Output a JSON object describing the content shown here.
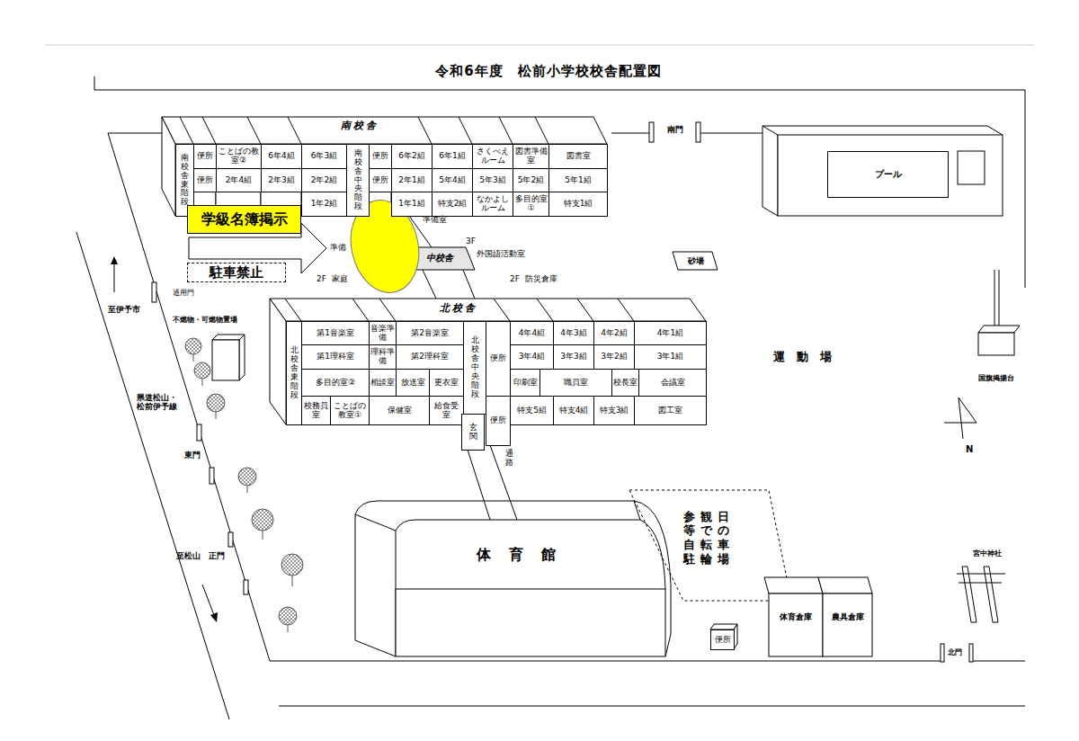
{
  "diagram": {
    "title": "令和6年度　松前小学校校舎配置図",
    "nodes": [
      {
        "text": [
          "南校舎"
        ]
      },
      {
        "text": [
          "南校舎東階段"
        ],
        "in": 0
      },
      {
        "text": [
          "便所"
        ],
        "in": 0
      },
      {
        "text": [
          "ことばの教室②"
        ],
        "in": 0
      },
      {
        "text": [
          "6年4組"
        ],
        "in": 0
      },
      {
        "text": [
          "6年3組"
        ],
        "in": 0
      },
      {
        "text": [
          "南校舎中央階段"
        ],
        "in": 0
      },
      {
        "text": [
          "便所"
        ],
        "in": 0
      },
      {
        "text": [
          "6年2組"
        ],
        "in": 0
      },
      {
        "text": [
          "6年1組"
        ],
        "in": 0
      },
      {
        "text": [
          "さくべえルーム"
        ],
        "in": 0
      },
      {
        "text": [
          "図書準備室"
        ],
        "in": 0
      },
      {
        "text": [
          "図書室"
        ],
        "in": 0
      },
      {
        "text": [
          "便所"
        ],
        "in": 0
      },
      {
        "text": [
          "2年4組"
        ],
        "in": 0
      },
      {
        "text": [
          "2年3組"
        ],
        "in": 0
      },
      {
        "text": [
          "2年2組"
        ],
        "in": 0
      },
      {
        "text": [
          "便所"
        ],
        "in": 0
      },
      {
        "text": [
          "2年1組"
        ],
        "in": 0
      },
      {
        "text": [
          "5年4組"
        ],
        "in": 0
      },
      {
        "text": [
          "5年3組"
        ],
        "in": 0
      },
      {
        "text": [
          "5年2組"
        ],
        "in": 0
      },
      {
        "text": [
          "5年1組"
        ],
        "in": 0
      },
      {
        "text": [
          "1年2組"
        ],
        "in": 0
      },
      {
        "text": [
          "1年1組"
        ],
        "in": 0
      },
      {
        "text": [
          "特支2組"
        ],
        "in": 0
      },
      {
        "text": [
          "なかよしルーム"
        ],
        "in": 0
      },
      {
        "text": [
          "多目的室①"
        ],
        "in": 0
      },
      {
        "text": [
          "特支1組"
        ],
        "in": 0
      },
      {
        "text": [
          "学級名簿掲示"
        ]
      },
      {
        "text": [
          "駐車禁止"
        ]
      },
      {
        "text": [
          "プール"
        ]
      },
      {
        "text": [
          "砂場"
        ]
      },
      {
        "text": [
          "北校舎"
        ]
      },
      {
        "text": [
          "北校舎東階段"
        ],
        "in": 33
      },
      {
        "text": [
          "第1音楽室"
        ],
        "in": 33
      },
      {
        "text": [
          "音楽準備"
        ],
        "in": 33
      },
      {
        "text": [
          "第2音楽室"
        ],
        "in": 33
      },
      {
        "text": [
          "北校舎中央階段"
        ],
        "in": 33
      },
      {
        "text": [
          "便所"
        ],
        "in": 33
      },
      {
        "text": [
          "4年4組"
        ],
        "in": 33
      },
      {
        "text": [
          "4年3組"
        ],
        "in": 33
      },
      {
        "text": [
          "4年2組"
        ],
        "in": 33
      },
      {
        "text": [
          "4年1組"
        ],
        "in": 33
      },
      {
        "text": [
          "第1理科室"
        ],
        "in": 33
      },
      {
        "text": [
          "理科準備"
        ],
        "in": 33
      },
      {
        "text": [
          "第2理科室"
        ],
        "in": 33
      },
      {
        "text": [
          "3年4組"
        ],
        "in": 33
      },
      {
        "text": [
          "3年3組"
        ],
        "in": 33
      },
      {
        "text": [
          "3年2組"
        ],
        "in": 33
      },
      {
        "text": [
          "3年1組"
        ],
        "in": 33
      },
      {
        "text": [
          "多目的室②"
        ],
        "in": 33
      },
      {
        "text": [
          "相談室"
        ],
        "in": 33
      },
      {
        "text": [
          "放送室"
        ],
        "in": 33
      },
      {
        "text": [
          "更衣室"
        ],
        "in": 33
      },
      {
        "text": [
          "印刷室"
        ],
        "in": 33
      },
      {
        "text": [
          "職員室"
        ],
        "in": 33
      },
      {
        "text": [
          "校長室"
        ],
        "in": 33
      },
      {
        "text": [
          "会議室"
        ],
        "in": 33
      },
      {
        "text": [
          "校務員室"
        ],
        "in": 33
      },
      {
        "text": [
          "ことばの教室①"
        ],
        "in": 33
      },
      {
        "text": [
          "保健室"
        ],
        "in": 33
      },
      {
        "text": [
          "給食受室"
        ],
        "in": 33
      },
      {
        "text": [
          "便所"
        ],
        "in": 33
      },
      {
        "text": [
          "特支5組"
        ],
        "in": 33
      },
      {
        "text": [
          "特支4組"
        ],
        "in": 33
      },
      {
        "text": [
          "特支3組"
        ],
        "in": 33
      },
      {
        "text": [
          "図工室"
        ],
        "in": 33
      },
      {
        "text": [
          "玄関"
        ],
        "in": 33
      },
      {
        "text": [
          "体　育　館"
        ]
      },
      {
        "text": [
          "参観日等での自転車駐輪場"
        ]
      },
      {
        "text": [
          "便所"
        ]
      },
      {
        "text": [
          "体育倉庫"
        ]
      },
      {
        "text": [
          "農具倉庫"
        ]
      }
    ],
    "labels": [
      "南門",
      "準備室",
      "準備",
      "中校舎",
      "3F",
      "外国語活動室",
      "2F",
      "家庭",
      "2F",
      "防災倉庫",
      "運　動　場",
      "国旗掲揚台",
      "N",
      "通用門",
      "至伊予市",
      "不燃物・可燃物置場",
      "県道松山・松前伊予線",
      "東門",
      "至松山　正門",
      "宮中神社",
      "北門",
      "通路"
    ]
  }
}
